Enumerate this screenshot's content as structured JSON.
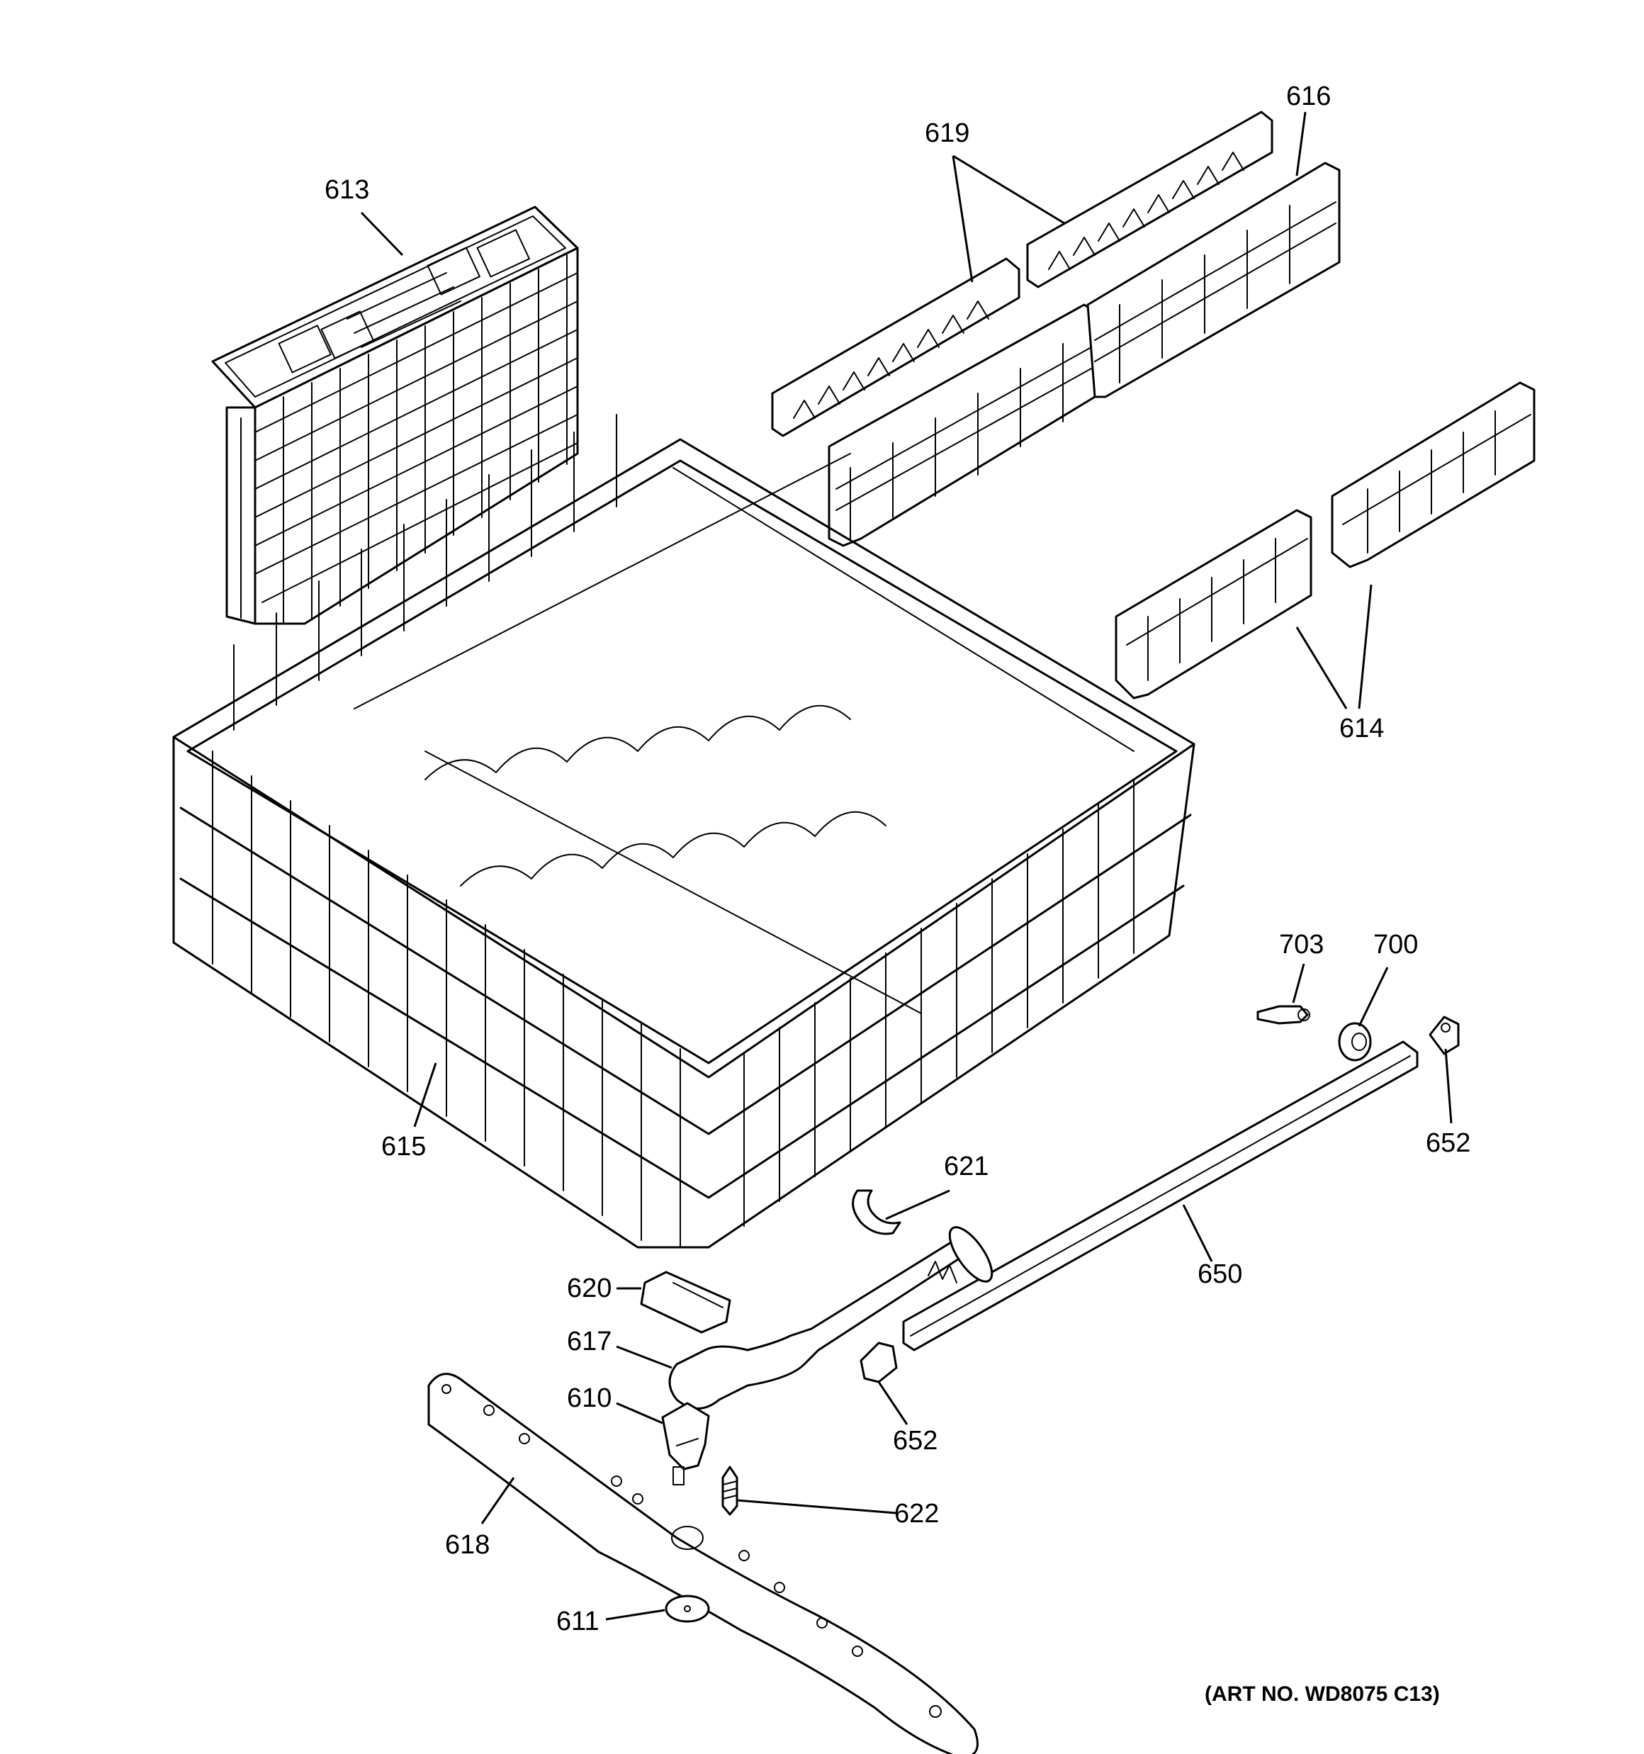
{
  "parts": {
    "p613": "613",
    "p619": "619",
    "p616": "616",
    "p614": "614",
    "p615": "615",
    "p703": "703",
    "p700": "700",
    "p652a": "652",
    "p621": "621",
    "p650": "650",
    "p620": "620",
    "p617": "617",
    "p610": "610",
    "p652b": "652",
    "p622": "622",
    "p618": "618",
    "p611": "611"
  },
  "art_number": "(ART NO. WD8075 C13)"
}
